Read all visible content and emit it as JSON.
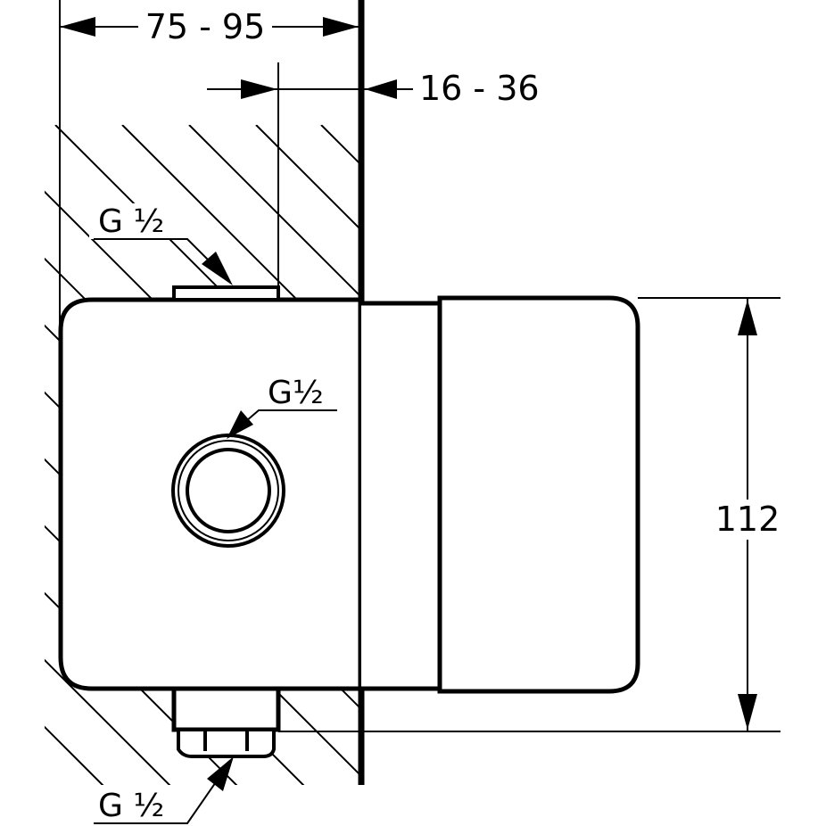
{
  "dimensions": {
    "depth_range": "75 - 95",
    "wall_offset_range": "16 - 36",
    "height": "112"
  },
  "labels": {
    "top_connection": "G ½",
    "front_connection": "G½",
    "bottom_connection": "G ½"
  },
  "colors": {
    "line": "#000000",
    "background": "#ffffff"
  }
}
